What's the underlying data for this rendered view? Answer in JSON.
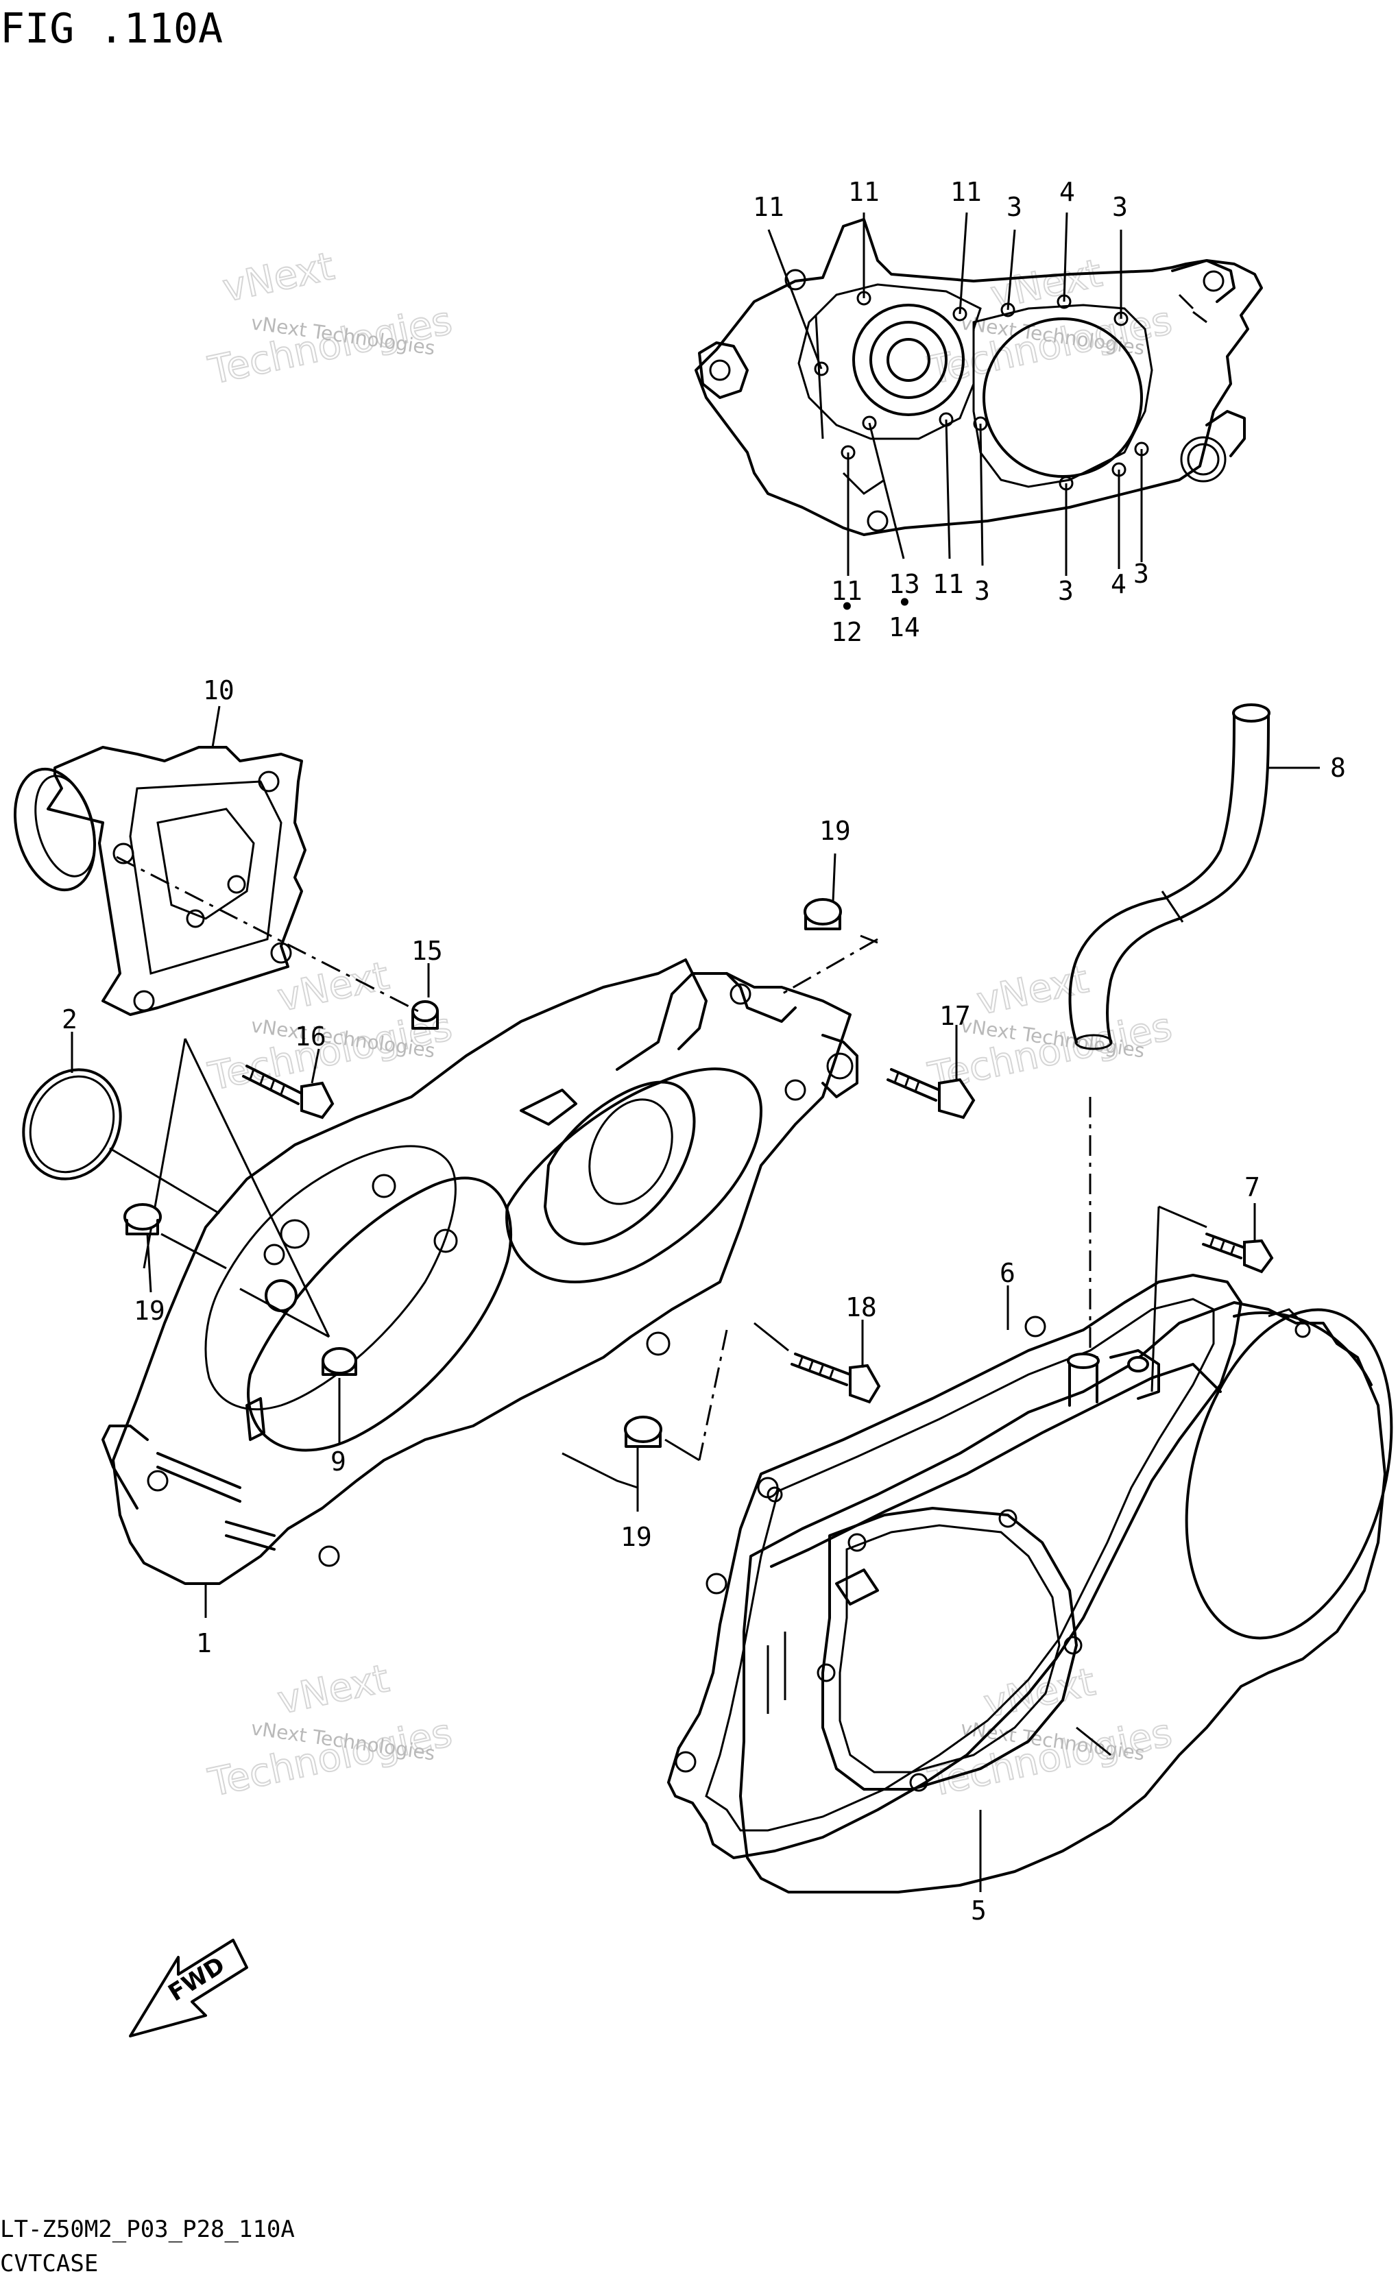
{
  "figure": {
    "title": "FIG .110A",
    "model_code": "LT-Z50M2_P03_P28_110A",
    "section_name": "CVTCASE"
  },
  "watermark": {
    "line1": "vNext Technologies",
    "line2": "vNext",
    "line3": "Technologies"
  },
  "fwd_label": "FWD",
  "callouts": {
    "top": [
      "11",
      "11",
      "11",
      "3",
      "4",
      "3",
      "11",
      "12",
      "13",
      "14",
      "11",
      "3",
      "3",
      "4",
      "3"
    ],
    "main": [
      "10",
      "8",
      "19",
      "15",
      "16",
      "17",
      "2",
      "7",
      "19",
      "6",
      "18",
      "9",
      "19",
      "1",
      "5"
    ]
  },
  "dots": [
    "•",
    "•"
  ]
}
